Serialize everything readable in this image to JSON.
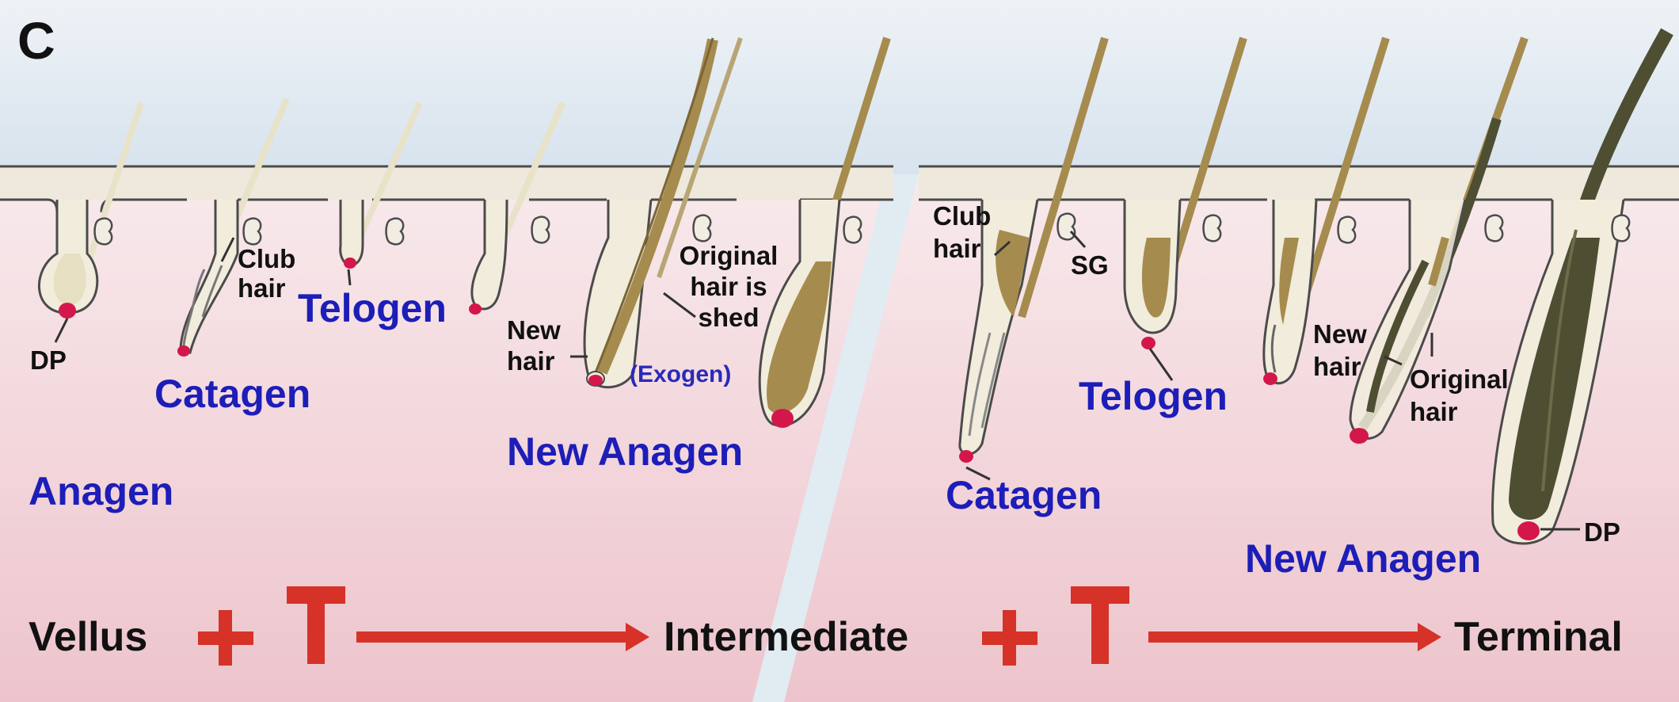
{
  "panel_label": "C",
  "left_panel": {
    "labels": {
      "dp": "DP",
      "club_hair": [
        "Club",
        "hair"
      ],
      "catagen": "Catagen",
      "telogen": "Telogen",
      "anagen": "Anagen",
      "new_hair": [
        "New",
        "hair"
      ],
      "original_shed": [
        "Original",
        "hair is",
        "shed"
      ],
      "exogen": "(Exogen)",
      "new_anagen": "New Anagen"
    }
  },
  "right_panel": {
    "labels": {
      "club_hair": [
        "Club",
        "hair"
      ],
      "sg": "SG",
      "telogen": "Telogen",
      "catagen": "Catagen",
      "new_hair": [
        "New",
        "hair"
      ],
      "original_hair": [
        "Original",
        "hair"
      ],
      "dp": "DP",
      "new_anagen": "New Anagen"
    }
  },
  "progression": {
    "vellus": "Vellus",
    "plus": "+",
    "t_symbol": "T",
    "intermediate": "Intermediate",
    "terminal": "Terminal"
  },
  "colors": {
    "sky": "#dce6ef",
    "dermis_top": "#f6e6e9",
    "dermis_bottom": "#eec7cf",
    "skin_fill": "#eee9dc",
    "skin_line": "#4b4b4b",
    "papilla": "#d4174a",
    "pale_hair": "#e6dfc1",
    "medium_hair": "#a68b4e",
    "dark_hair": "#4e4e33",
    "stage_text": "#1d1db8",
    "arrow_red": "#d63228"
  }
}
